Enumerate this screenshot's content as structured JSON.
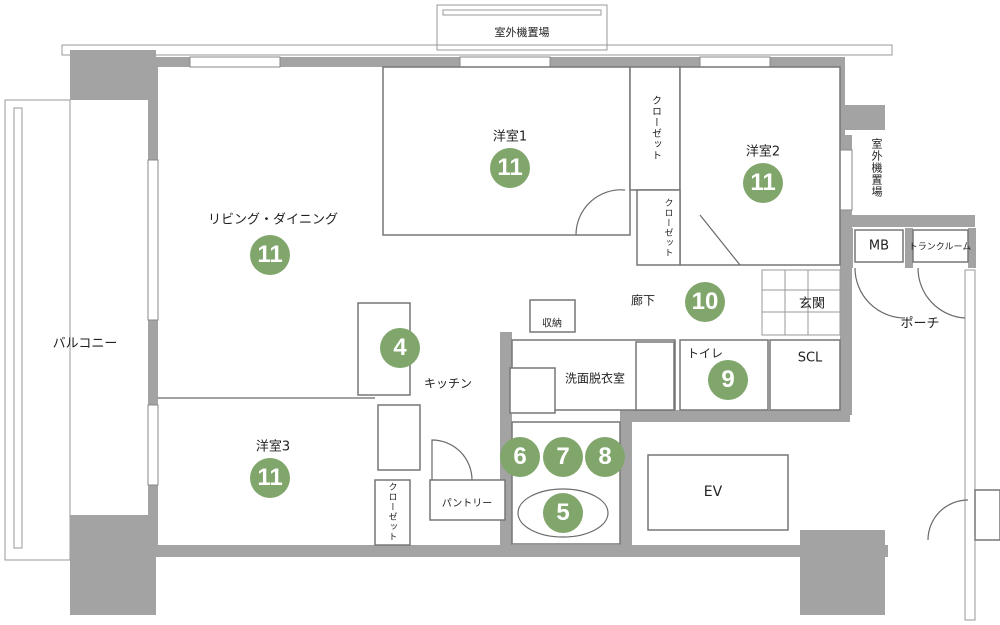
{
  "colors": {
    "wall": "#a3a3a3",
    "badge": "#80a66c"
  },
  "rooms": {
    "living_dining": "リビング・ダイニング",
    "western1": "洋室1",
    "western2": "洋室2",
    "western3": "洋室3",
    "kitchen": "キッチン",
    "hallway": "廊下",
    "entrance": "玄関",
    "toilet": "トイレ",
    "scl": "SCL",
    "washroom": "洗面脱衣室",
    "storage": "収納",
    "pantry": "パントリー",
    "closet": "クローゼット",
    "ev": "EV",
    "mb": "MB",
    "trunk_room": "トランクルーム",
    "ac_unit_top": "室外機置場",
    "ac_unit_right": "室外機置場",
    "porch": "ポーチ",
    "balcony": "バルコニー"
  },
  "badges": [
    "11",
    "11",
    "11",
    "11",
    "4",
    "6",
    "7",
    "8",
    "5",
    "9",
    "10"
  ]
}
